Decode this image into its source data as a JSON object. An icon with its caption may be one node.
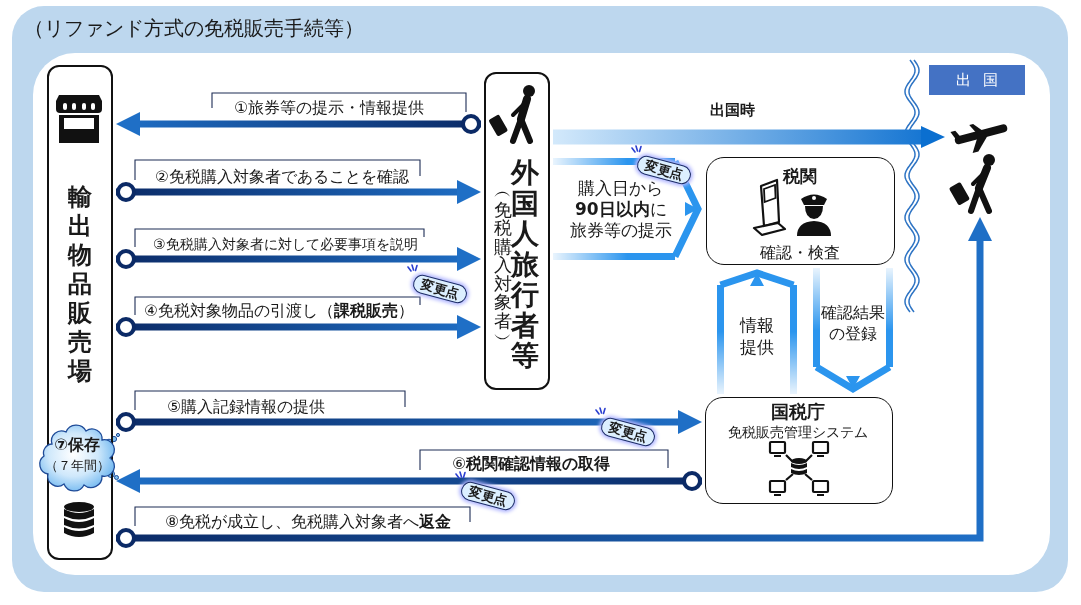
{
  "diagram": {
    "title": "（リファンド方式の免税販売手続等）",
    "nodes": [
      {
        "text": [
          "輸出物品販売場"
        ]
      },
      {
        "text": [
          "︵免税購入対象者︶",
          "外国人旅行者等"
        ]
      },
      {
        "text": [
          "出国"
        ]
      },
      {
        "text": [],
        "shape": "picture"
      },
      {
        "text": [
          "税関",
          "確認・検査"
        ]
      },
      {
        "text": [
          "⑦保存",
          "（７年間）"
        ]
      },
      {
        "text": [
          "国税庁",
          "免税販売管理システム"
        ]
      }
    ],
    "edges": [
      {
        "from": 1,
        "to": 0,
        "arrow": "to",
        "label": "①旅券等の提示・情報提供"
      },
      {
        "from": 0,
        "to": 1,
        "arrow": "to",
        "label": "②免税購入対象者であることを確認"
      },
      {
        "from": 0,
        "to": 1,
        "arrow": "to",
        "label": "③免税購入対象者に対して必要事項を説明"
      },
      {
        "from": 0,
        "to": 1,
        "arrow": "to",
        "label": "④免税対象物品の引渡し（**課税販売**）"
      },
      {
        "from": 0,
        "to": 6,
        "arrow": "to",
        "label": "⑤購入記録情報の提供"
      },
      {
        "from": 6,
        "to": 0,
        "arrow": "to",
        "label": "⑥**税関確認情報の取得**"
      },
      {
        "from": 0,
        "to": 3,
        "arrow": "to",
        "label": "⑧免税が成立し、免税購入対象者へ**返金**"
      },
      {
        "from": 1,
        "to": 3,
        "arrow": "to",
        "label": "出国時",
        "style": "thick",
        "color": "#0b6fd0"
      },
      {
        "from": 1,
        "to": 4,
        "arrow": "to",
        "label": "購入日から**90日以内**に旅券等の提示",
        "color": "#2b95ee"
      },
      {
        "from": 6,
        "to": 4,
        "arrow": "to",
        "label": "情報提供",
        "color": "#2b95ee"
      },
      {
        "from": 4,
        "to": 6,
        "arrow": "to",
        "label": "確認結果の登録",
        "color": "#2b95ee"
      }
    ],
    "labels": [
      "変更点",
      "変更点",
      "変更点",
      "変更点"
    ]
  }
}
